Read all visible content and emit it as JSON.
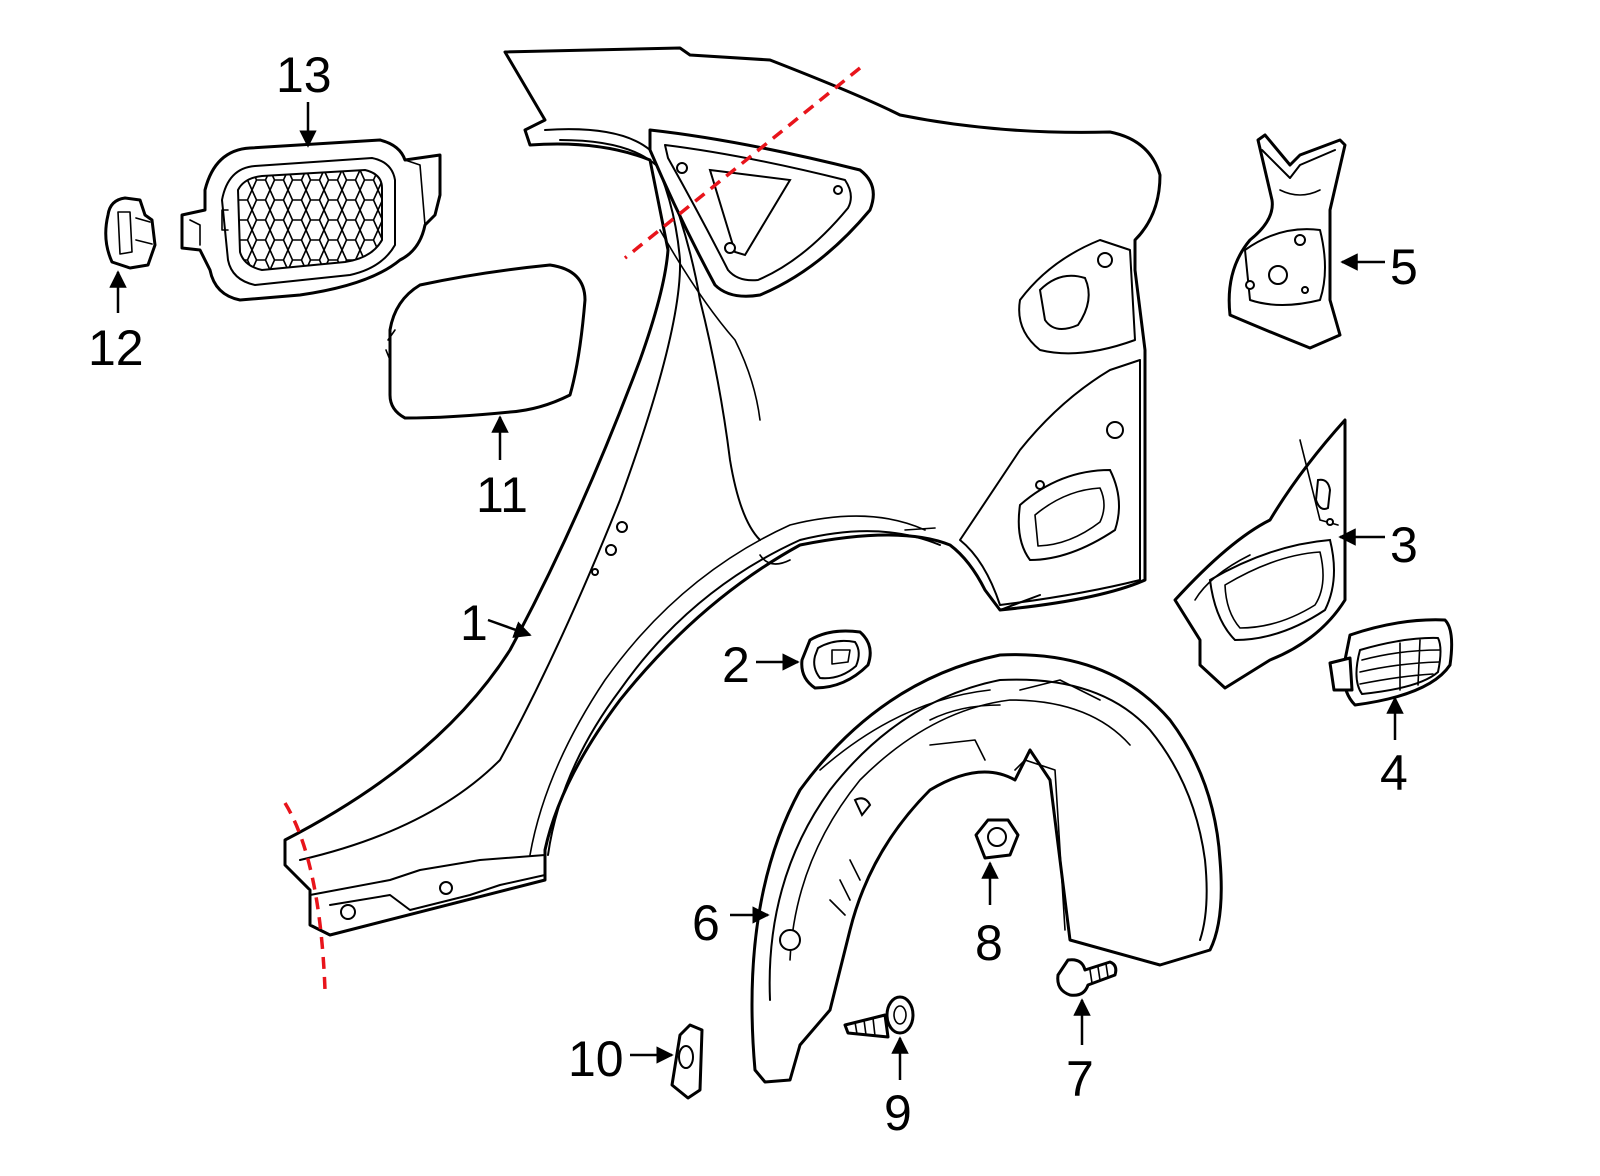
{
  "colors": {
    "line": "#000000",
    "background": "#ffffff",
    "cut_line": "#e8141b"
  },
  "callouts": [
    {
      "id": "1",
      "label": "1"
    },
    {
      "id": "2",
      "label": "2"
    },
    {
      "id": "3",
      "label": "3"
    },
    {
      "id": "4",
      "label": "4"
    },
    {
      "id": "5",
      "label": "5"
    },
    {
      "id": "6",
      "label": "6"
    },
    {
      "id": "7",
      "label": "7"
    },
    {
      "id": "8",
      "label": "8"
    },
    {
      "id": "9",
      "label": "9"
    },
    {
      "id": "10",
      "label": "10"
    },
    {
      "id": "11",
      "label": "11"
    },
    {
      "id": "12",
      "label": "12"
    },
    {
      "id": "13",
      "label": "13"
    }
  ]
}
